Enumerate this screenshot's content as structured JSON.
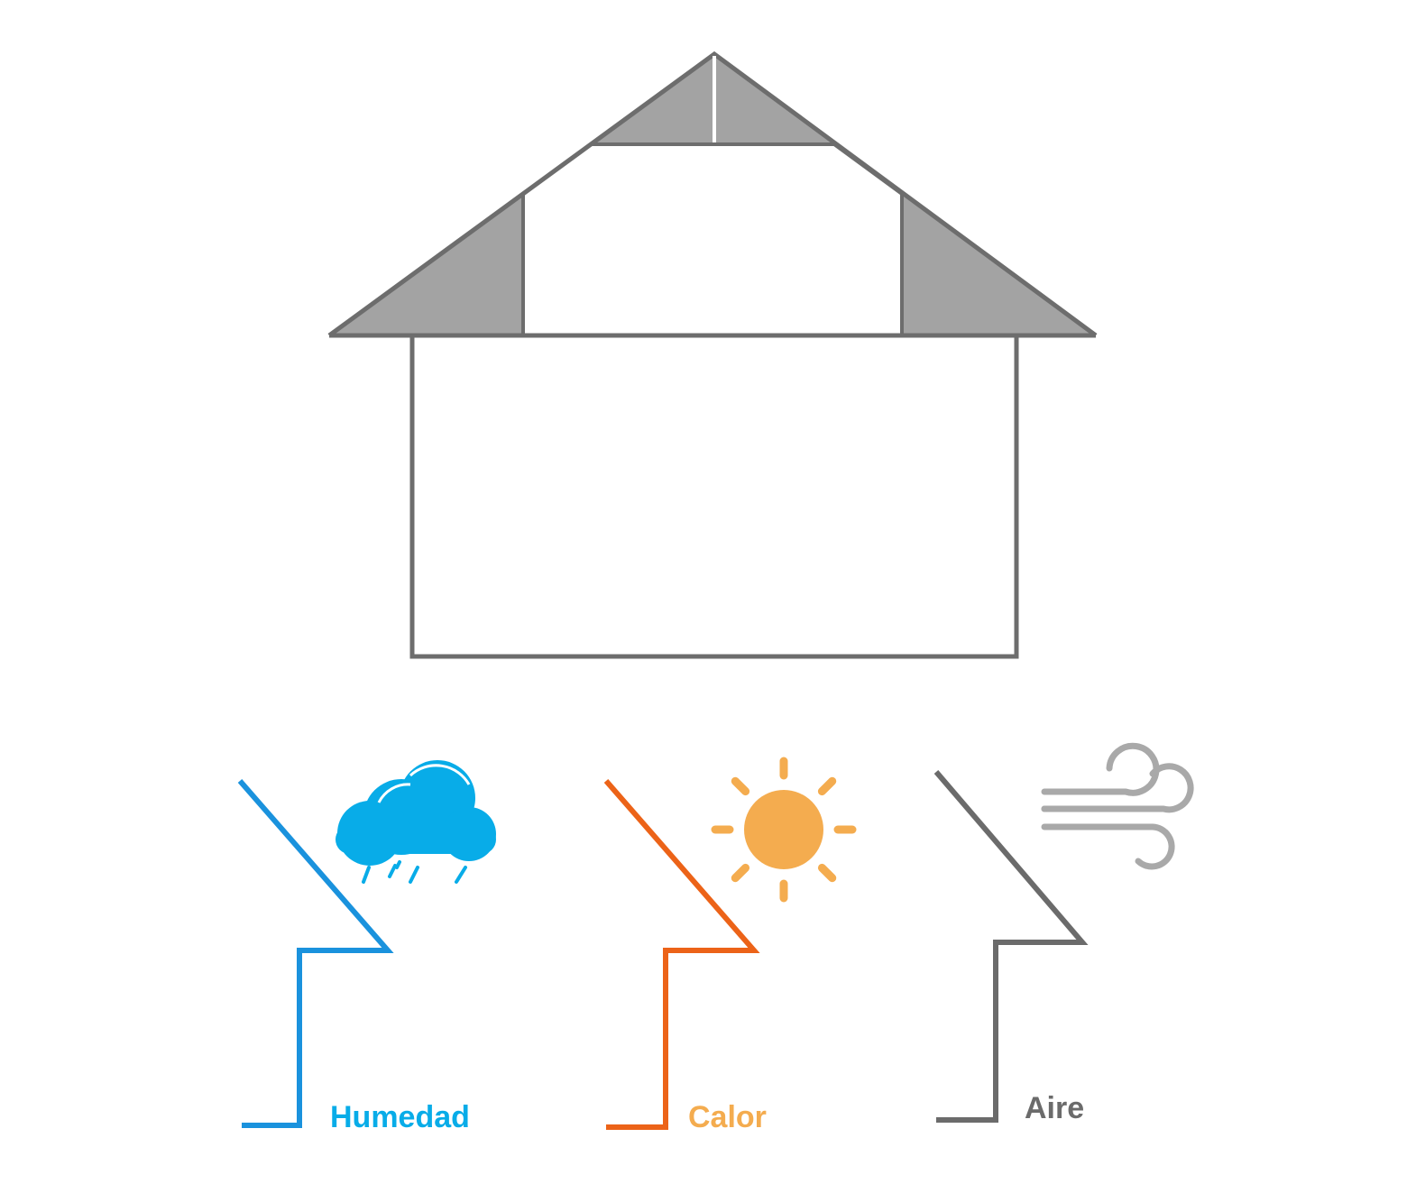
{
  "colors": {
    "outline": "#6d6d6d",
    "insulation_fill": "#a3a3a3",
    "humidity": "#1a92dd",
    "humidity_icon": "#08ace8",
    "heat_line": "#ec6318",
    "heat_icon": "#f4ac4f",
    "air": "#6b6b6b",
    "air_icon": "#a9a9a9"
  },
  "legend": {
    "humidity": {
      "label": "Humedad",
      "icon": "rain-cloud-icon"
    },
    "heat": {
      "label": "Calor",
      "icon": "sun-icon"
    },
    "air": {
      "label": "Aire",
      "icon": "wind-icon"
    }
  }
}
